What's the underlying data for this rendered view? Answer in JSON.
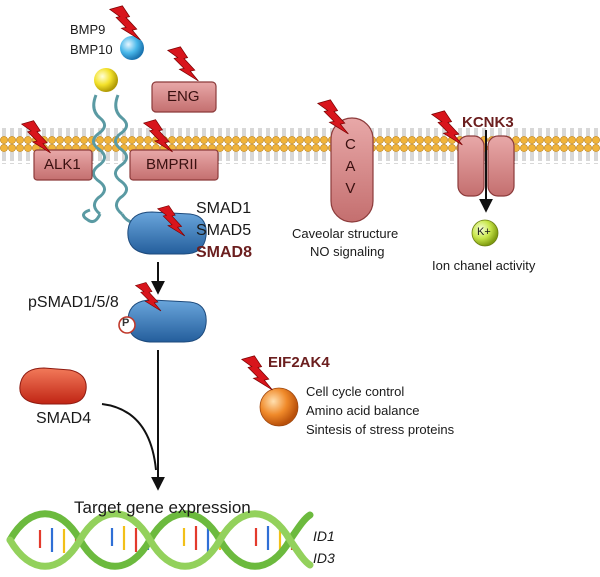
{
  "labels": {
    "bmp9": "BMP9",
    "bmp10": "BMP10",
    "eng": "ENG",
    "alk1": "ALK1",
    "bmprii": "BMPRII",
    "cav": "C\nA\nV",
    "kcnk3": "KCNK3",
    "smad1": "SMAD1",
    "smad5": "SMAD5",
    "smad8": "SMAD8",
    "caveolar": "Caveolar structure",
    "no_signaling": "NO signaling",
    "k_plus": "K+",
    "ion_channel": "Ion chanel activity",
    "psmad": "pSMAD1/5/8",
    "phospho": "P",
    "eif2ak4": "EIF2AK4",
    "smad4": "SMAD4",
    "cell_cycle": "Cell cycle control",
    "amino_acid": "Amino acid balance",
    "stress": "Sintesis of stress  proteins",
    "target_gene": "Target gene expression",
    "id1": "ID1",
    "id3": "ID3"
  },
  "colors": {
    "membrane_head": "#f1b43a",
    "receptor": "#d98c8c",
    "smad_blue": "#3f7fc0",
    "smad4_red": "#e2432b",
    "eif_orange": "#f08a2a",
    "bolt_red": "#d8151c",
    "label_dark_red": "#6b1e1e",
    "dna_green": "#7fc24a"
  }
}
